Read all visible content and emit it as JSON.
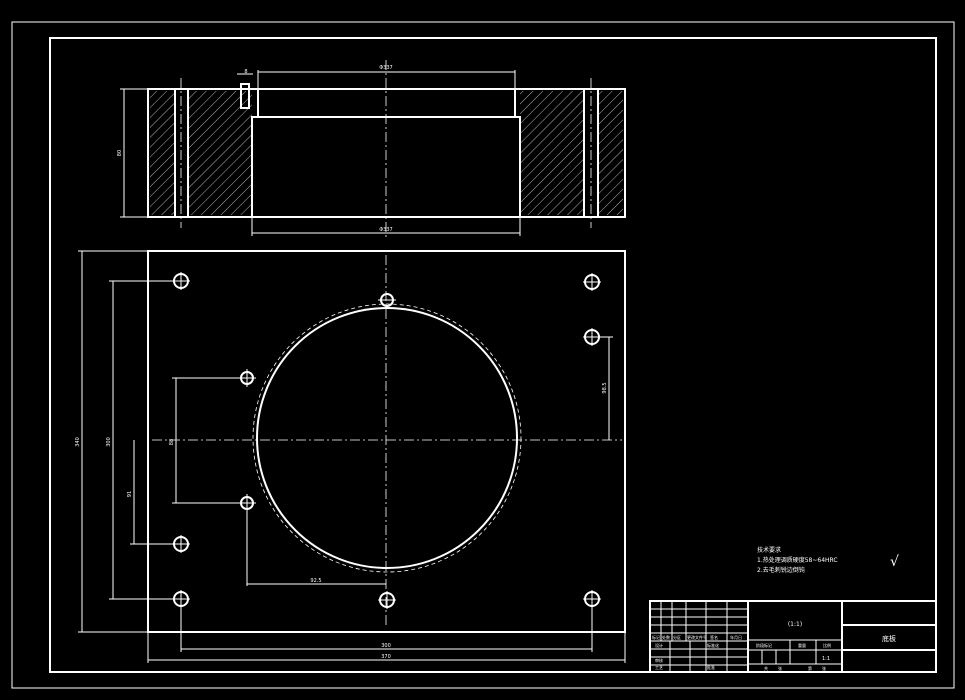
{
  "drawing": {
    "background": "#000000",
    "line_color": "#ffffff"
  },
  "section_view": {
    "top_diameter_label": "Φ337",
    "bottom_diameter_label": "Φ337",
    "height_label": "80",
    "slot_label": "8"
  },
  "plan_view": {
    "overall_height_label": "340",
    "inner_height_label": "300",
    "hole_spacing_label": "88",
    "offset_label": "91",
    "right_dim_label": "98.5",
    "bottom_hole_dim_label": "92.5",
    "inner_width_label": "300",
    "overall_width_label": "370"
  },
  "notes": {
    "heading": "技术要求",
    "line1": "1.热处理调质硬度58~64HRC",
    "line2": "2.去毛刺锐边倒钝"
  },
  "roughness_symbol": "√",
  "title_block": {
    "center_label": "(1:1)",
    "part_name": "底板",
    "row_labels": [
      "标记",
      "处数",
      "分区",
      "更改文件号",
      "签名",
      "年月日"
    ],
    "row2": [
      "设计",
      "",
      "标准化"
    ],
    "row3": [
      "审核",
      "",
      ""
    ],
    "row4": [
      "工艺",
      "",
      "批准"
    ],
    "stage_labels": [
      "阶段标记",
      "重量",
      "比例"
    ],
    "scale": "1:1",
    "sheet_info": [
      "共",
      "张",
      "第",
      "张"
    ]
  }
}
